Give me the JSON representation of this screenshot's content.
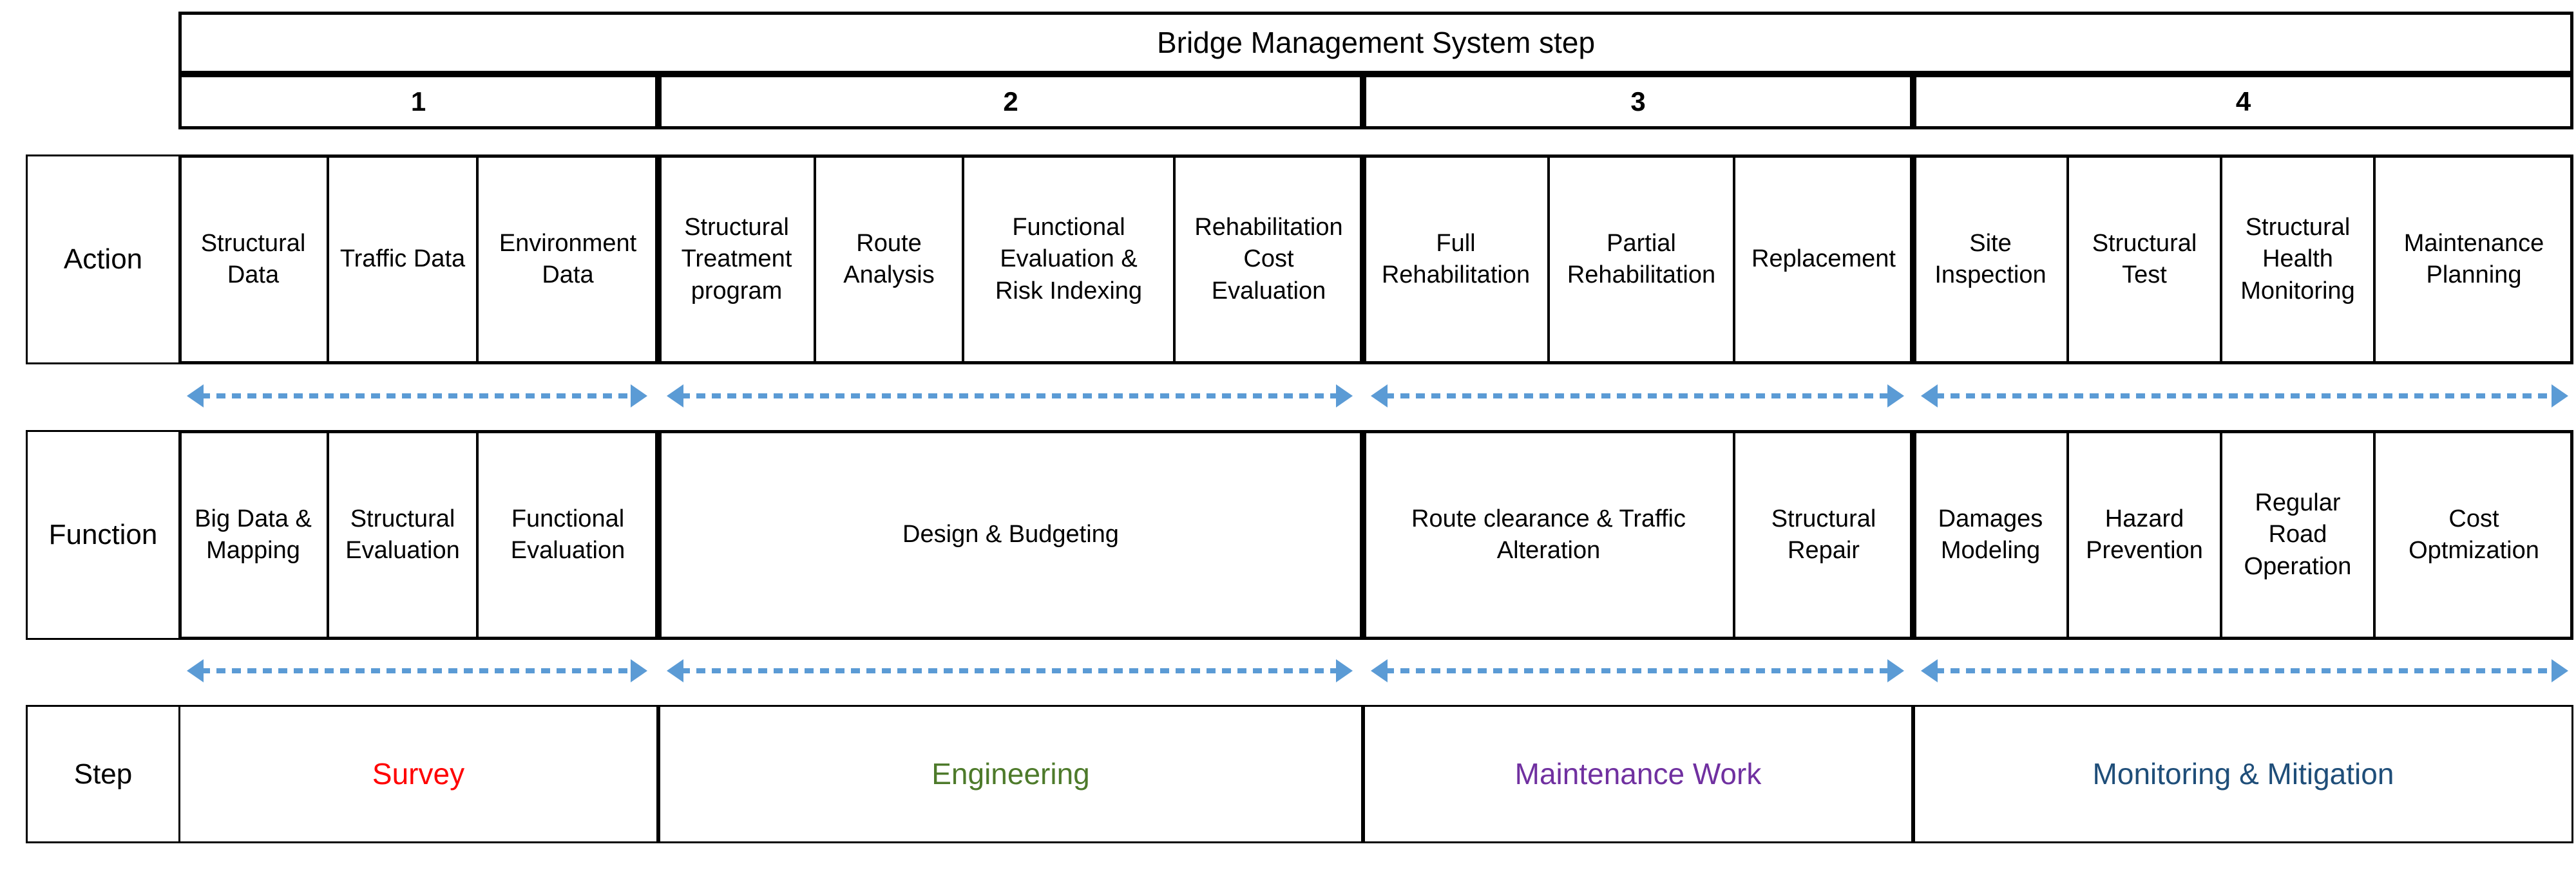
{
  "header": {
    "title": "Bridge Management System step",
    "step_numbers": [
      "1",
      "2",
      "3",
      "4"
    ]
  },
  "row_labels": {
    "action": "Action",
    "function": "Function",
    "step": "Step"
  },
  "colors": {
    "arrow": "#5B9BD5",
    "survey": "#FF0000",
    "engineering": "#4D7A2A",
    "maintenance_work": "#7030A0",
    "monitoring_mitigation": "#1F4E79",
    "border": "#000000"
  },
  "groups": [
    {
      "number": "1",
      "step_label": "Survey",
      "step_color": "#FF0000",
      "actions": [
        "Structural\nData",
        "Traffic Data",
        "Environment\nData"
      ],
      "functions": [
        "Big Data &\nMapping",
        "Structural\nEvaluation",
        "Functional\nEvaluation"
      ]
    },
    {
      "number": "2",
      "step_label": "Engineering",
      "step_color": "#4D7A2A",
      "actions": [
        "Structural\nTreatment\nprogram",
        "Route\nAnalysis",
        "Functional\nEvaluation &\nRisk Indexing",
        "Rehabilitation\nCost\nEvaluation"
      ],
      "functions": [
        "Design & Budgeting"
      ]
    },
    {
      "number": "3",
      "step_label": "Maintenance Work",
      "step_color": "#7030A0",
      "actions": [
        "Full\nRehabilitation",
        "Partial\nRehabilitation",
        "Replacement"
      ],
      "functions": [
        "Route clearance & Traffic\nAlteration",
        "Structural\nRepair"
      ]
    },
    {
      "number": "4",
      "step_label": "Monitoring & Mitigation",
      "step_color": "#1F4E79",
      "actions": [
        "Site\nInspection",
        "Structural\nTest",
        "Structural\nHealth\nMonitoring",
        "Maintenance\nPlanning"
      ],
      "functions": [
        "Damages\nModeling",
        "Hazard\nPrevention",
        "Regular\nRoad\nOperation",
        "Cost\nOptmization"
      ]
    }
  ],
  "arrows": {
    "count_per_row": 4,
    "rows": 2,
    "style": "double-headed-dashed"
  }
}
